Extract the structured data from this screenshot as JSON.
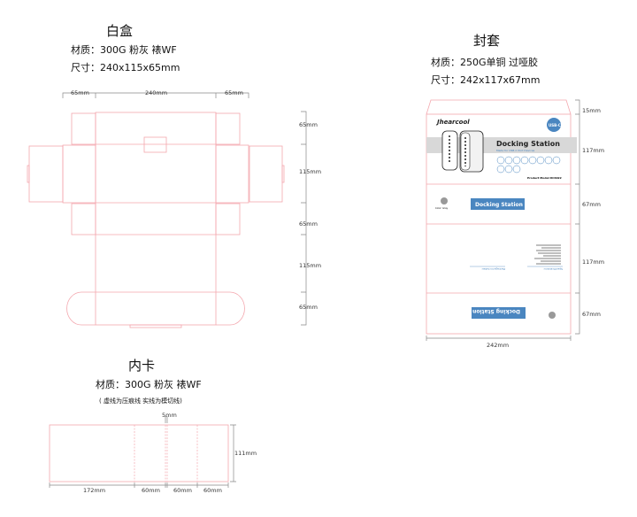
{
  "white_box": {
    "title": "白盒",
    "material": "材质：300G 粉灰 裱WF",
    "size": "尺寸：240x115x65mm",
    "dims_top": [
      "65mm",
      "240mm",
      "65mm"
    ],
    "dims_right": [
      "65mm",
      "115mm",
      "65mm",
      "115mm",
      "65mm"
    ]
  },
  "sleeve": {
    "title": "封套",
    "material": "材质：250G单铜 过哑胶",
    "size": "尺寸：242x117x67mm",
    "dims_right": [
      "15mm",
      "117mm",
      "67mm",
      "117mm",
      "67mm"
    ],
    "dim_bottom": "242mm",
    "brand": "Jhearcool",
    "badge": "USB-C",
    "product_title": "Docking Station",
    "subtitle": "Made for USB-C Port Devices",
    "model": "Product Model:UC6022",
    "color_label": "Color: Gray",
    "side_label": "Docking Station",
    "spec_heading": "Specifications:",
    "package_heading": "Package Includes:",
    "accent": "#4a86c0"
  },
  "inner_card": {
    "title": "内卡",
    "material": "材质：300G 粉灰 裱WF",
    "note": "( 虚线为压痕线    实线为模切线)",
    "dim_gap": "5mm",
    "dim_right": "111mm",
    "dims_bottom": [
      "172mm",
      "60mm",
      "60mm",
      "60mm"
    ]
  }
}
